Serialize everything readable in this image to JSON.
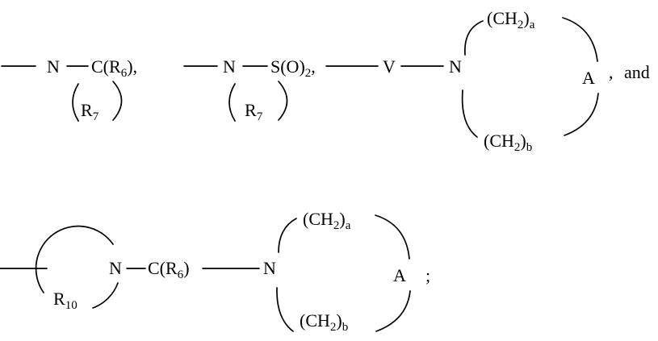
{
  "page": {
    "background_color": "#ffffff",
    "ink_color": "#000000",
    "description_texts": {
      "joiner_comma": ",",
      "joiner_word": "and",
      "terminator": ";"
    }
  },
  "row1": {
    "s1": {
      "n": "N",
      "group": {
        "pre": "C(R",
        "sub": "6",
        "post": "),"
      },
      "pendant": {
        "pre": "R",
        "sub": "7"
      }
    },
    "s2": {
      "n": "N",
      "group": {
        "pre": "S(O)",
        "sub": "2",
        "post": ","
      },
      "pendant": {
        "pre": "R",
        "sub": "7"
      }
    },
    "s3": {
      "v": "V",
      "n": "N",
      "ring": {
        "top": {
          "pre": "(CH",
          "sub1": "2",
          "mid": ")",
          "sub2": "a"
        },
        "right": "A",
        "bottom": {
          "pre": "(CH",
          "sub1": "2",
          "mid": ")",
          "sub2": "b"
        }
      }
    },
    "joiner_comma": ",",
    "joiner_word": "and"
  },
  "row2": {
    "s4": {
      "ring_left_label": {
        "pre": "R",
        "sub": "10"
      },
      "n1": "N",
      "group": {
        "pre": "C(R",
        "sub": "6",
        "post": ")"
      },
      "n2": "N",
      "ring": {
        "top": {
          "pre": "(CH",
          "sub1": "2",
          "mid": ")",
          "sub2": "a"
        },
        "right": "A",
        "bottom": {
          "pre": "(CH",
          "sub1": "2",
          "mid": ")",
          "sub2": "b"
        }
      },
      "terminator": ";"
    }
  }
}
